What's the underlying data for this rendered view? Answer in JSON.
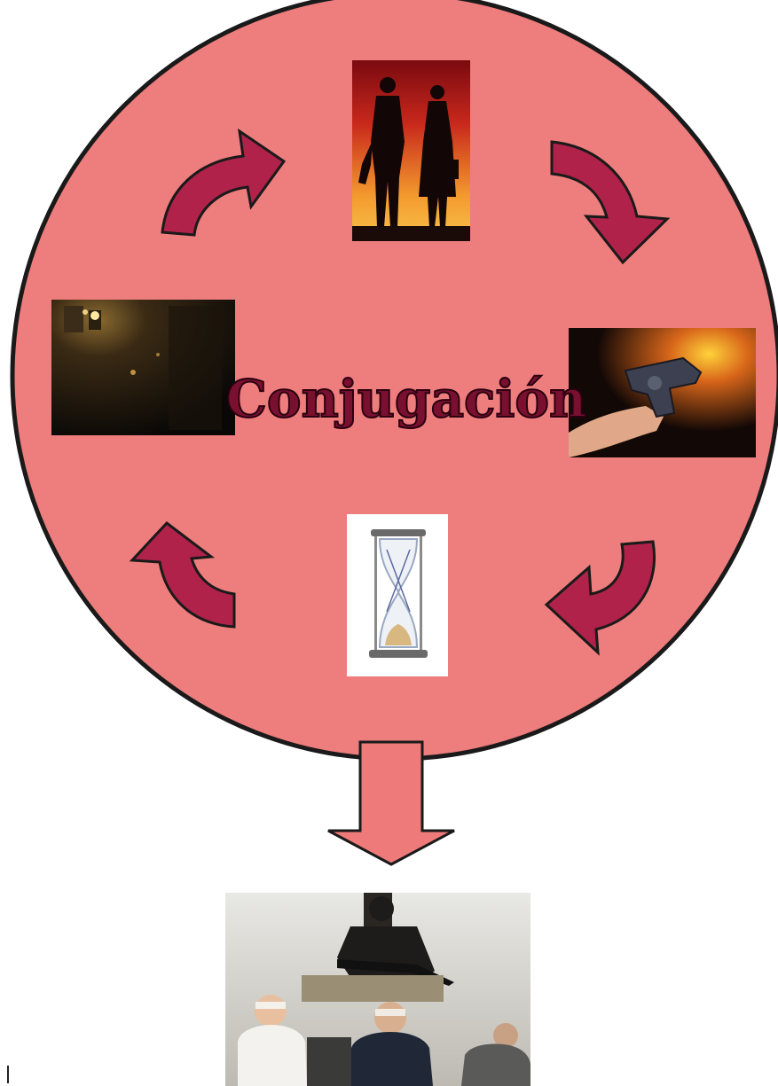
{
  "diagram": {
    "title": "Conjugación",
    "colors": {
      "circle_fill": "#ee7d7d",
      "circle_stroke": "#1a1a1a",
      "arrow_fill": "#b0224a",
      "down_arrow_fill": "#ef7a7a",
      "title_fill": "#7a1030",
      "title_stroke": "#2a0010"
    },
    "images": [
      {
        "name": "silhouette-couple-image",
        "description_icon": "couple-silhouette"
      },
      {
        "name": "gun-firing-image",
        "description_icon": "revolver"
      },
      {
        "name": "hourglass-image",
        "description_icon": "hourglass"
      },
      {
        "name": "dark-street-image",
        "description_icon": "night-street"
      },
      {
        "name": "hostages-image",
        "description_icon": "hostages-scene"
      }
    ]
  }
}
